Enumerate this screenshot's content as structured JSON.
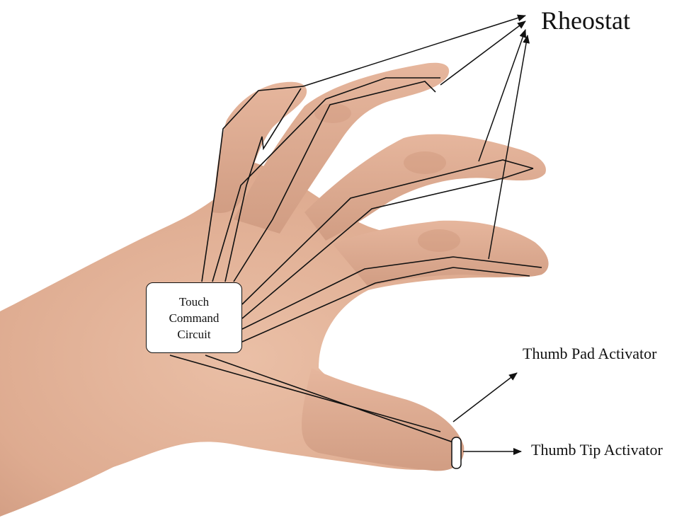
{
  "labels": {
    "rheostat": "Rheostat",
    "thumb_pad_activator": "Thumb Pad Activator",
    "thumb_tip_activator": "Thumb Tip Activator"
  },
  "circuit_box": {
    "line1": "Touch",
    "line2": "Command",
    "line3": "Circuit"
  },
  "colors": {
    "skin": "#e3b39a",
    "skin_shadow": "#c98f74",
    "wire": "#111111",
    "background": "#ffffff"
  }
}
